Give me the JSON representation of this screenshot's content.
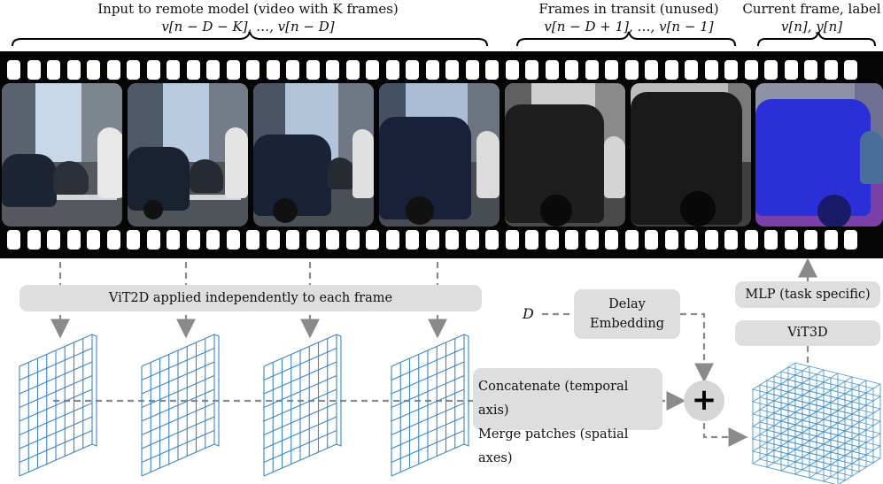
{
  "headers": {
    "input": {
      "line1": "Input to remote model (video with K frames)",
      "line2": "v[n − D − K], …, v[n − D]"
    },
    "transit": {
      "line1": "Frames in transit (unused)",
      "line2": "v[n − D + 1], …, v[n − 1]"
    },
    "current": {
      "line1": "Current frame, label",
      "line2": "v[n],  y[n]"
    }
  },
  "boxes": {
    "vit2d": "ViT2D applied independently to each frame",
    "delay_line1": "Delay",
    "delay_line2": "Embedding",
    "mlp": "MLP (task specific)",
    "vit3d": "ViT3D",
    "concat": "Concatenate (temporal axis)",
    "merge": "Merge patches (spatial axes)"
  },
  "symbols": {
    "delay_input": "D",
    "plus": "+"
  },
  "colors": {
    "film": "#050505",
    "grid_stroke": "#3d86c6",
    "box_fill": "#dedede",
    "arrow": "#8a8a8a",
    "segmentation_blue": "#2a2fd8",
    "segmentation_purple": "#7b3fa8"
  },
  "frames": [
    {
      "kind": "color",
      "group": "input"
    },
    {
      "kind": "color-dark",
      "group": "input"
    },
    {
      "kind": "color-darker",
      "group": "input"
    },
    {
      "kind": "color-darkest",
      "group": "input"
    },
    {
      "kind": "grayscale",
      "group": "transit"
    },
    {
      "kind": "grayscale-dark",
      "group": "transit"
    },
    {
      "kind": "segmentation",
      "group": "current"
    }
  ]
}
